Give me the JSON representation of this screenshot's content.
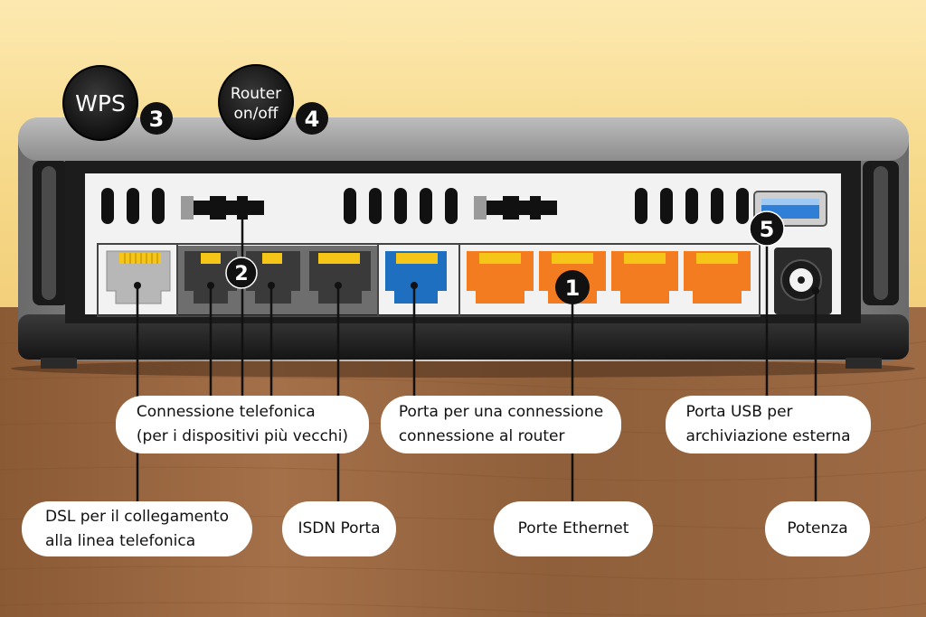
{
  "buttons": {
    "wps": {
      "label": "WPS",
      "number": "3"
    },
    "router": {
      "line1": "Router",
      "line2": "on/off",
      "number": "4"
    }
  },
  "markers": {
    "phone": "2",
    "ethernet": "1",
    "usb": "5"
  },
  "labels": {
    "phone_connection": {
      "line1": "Connessione telefonica",
      "line2": "(per i dispositivi più vecchi)"
    },
    "router_connection": {
      "line1": "Porta per una connessione",
      "line2": "connessione al router"
    },
    "usb_storage": {
      "line1": "Porta USB per",
      "line2": "archiviazione esterna"
    },
    "dsl": {
      "line1": "DSL per il collegamento",
      "line2": "alla linea telefonica"
    },
    "isdn": "ISDN Porta",
    "ethernet": "Porte Ethernet",
    "power": "Potenza"
  },
  "colors": {
    "ethernet_port": "#f47c20",
    "blue_port": "#1f6fc1",
    "usb_blue": "#2f7fd6",
    "dsl_port": "#b7b7b7",
    "phone_port": "#3a3a3a",
    "pins": "#f5c518"
  }
}
